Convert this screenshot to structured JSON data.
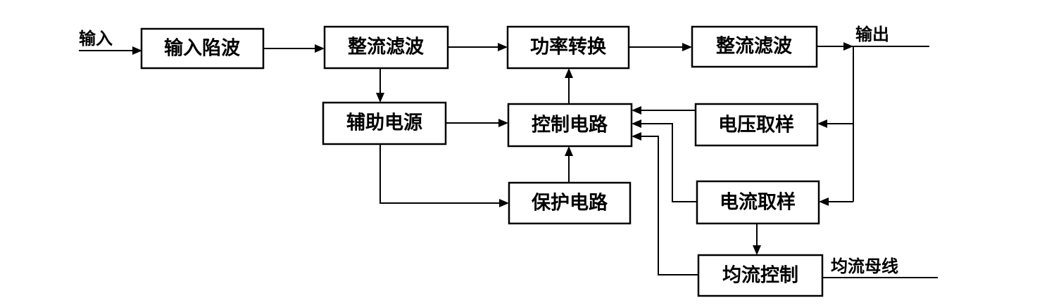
{
  "blocks": {
    "input_trap": "输入陷波",
    "rectifier_filter_1": "整流滤波",
    "power_conversion": "功率转换",
    "rectifier_filter_2": "整流滤波",
    "auxiliary_power": "辅助电源",
    "control_circuit": "控制电路",
    "voltage_sampling": "电压取样",
    "current_sampling": "电流取样",
    "protection_circuit": "保护电路",
    "current_sharing_control": "均流控制"
  },
  "labels": {
    "input": "输入",
    "output": "输出",
    "current_sharing_bus": "均流母线"
  },
  "colors": {
    "line": "#000000",
    "box_fill": "#ffffff",
    "text": "#000000"
  }
}
